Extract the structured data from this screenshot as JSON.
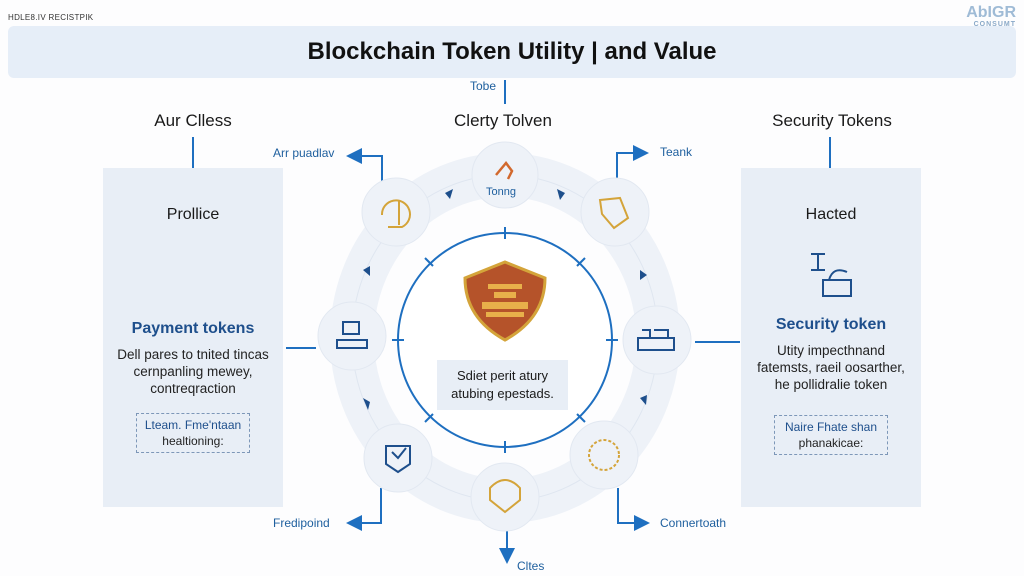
{
  "watermark_top_left": "HDLE8.IV RECISTPIK",
  "logo": {
    "name": "AbIGR",
    "tagline": "CONSUMT"
  },
  "header": {
    "title": "Blockchain Token Utility | and Value"
  },
  "top_label": "Tobe",
  "columns": {
    "left": "Aur Clless",
    "center": "Clerty Tolven",
    "right": "Security Tokens"
  },
  "left_panel": {
    "title": "Prollice",
    "subtitle": "Payment tokens",
    "description": "Dell pares to tnited tincas cernpanling mewey, contreqraction",
    "box_line1": "Lteam. Fme'ntaan",
    "box_line2": "healtioning:"
  },
  "right_panel": {
    "title": "Hacted",
    "subtitle": "Security token",
    "description": "Utity impecthnand fatemsts, raeil oosarther, he pollidralie token",
    "box_line1": "Naire Fhate shan",
    "box_line2": "phanakicae:"
  },
  "ring": {
    "top_node_label": "Tonng",
    "center_text": "Sdiet perit atury atubing epestads."
  },
  "callouts": {
    "top_left": "Arr puadlav",
    "top_right": "Teank",
    "bottom_left": "Fredipoind",
    "bottom_right": "Connertoath",
    "bottom": "Cltes"
  },
  "colors": {
    "accent": "#1e6fc0",
    "navy": "#1e4f8c",
    "gold": "#d4a43a",
    "shield": "#b5532a",
    "panel": "#e8eef6"
  }
}
